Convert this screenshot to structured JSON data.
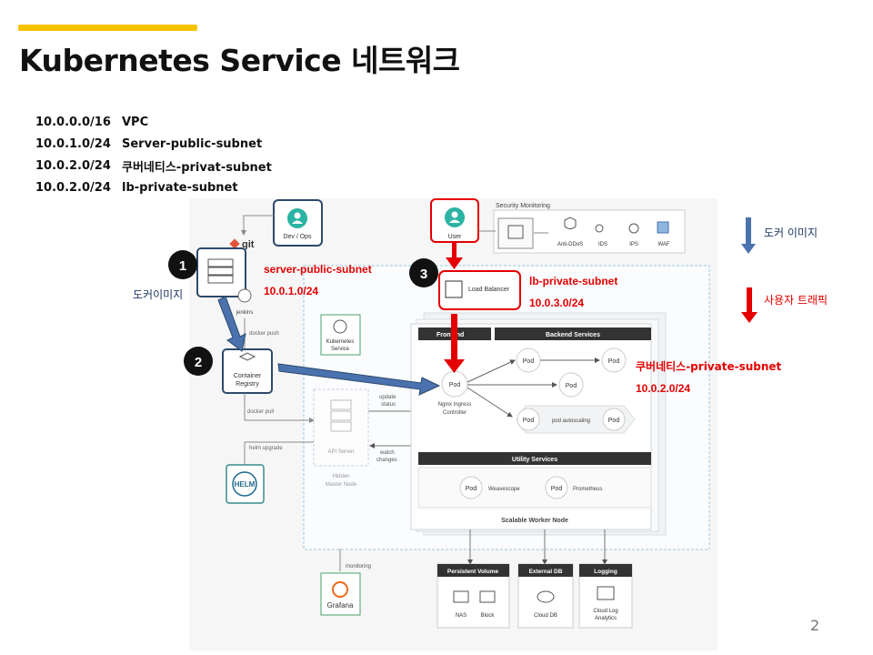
{
  "title": "Kubernetes Service 네트워크",
  "page_number": "2",
  "network_list": [
    {
      "cidr": "10.0.0.0/16",
      "name": "VPC"
    },
    {
      "cidr": "10.0.1.0/24",
      "name": "Server-public-subnet"
    },
    {
      "cidr": "10.0.2.0/24",
      "name": "쿠버네티스-privat-subnet"
    },
    {
      "cidr": "10.0.2.0/24",
      "name": "lb-private-subnet"
    }
  ],
  "markers": {
    "m1": "1",
    "m2": "2",
    "m3": "3"
  },
  "annotations": {
    "docker_image_left": "도커이미지",
    "server_subnet_name": "server-public-subnet",
    "server_subnet_cidr": "10.0.1.0/24",
    "lb_subnet_name": "lb-private-subnet",
    "lb_subnet_cidr": "10.0.3.0/24",
    "k8s_subnet_name": "쿠버네티스-private-subnet",
    "k8s_subnet_cidr": "10.0.2.0/24"
  },
  "legend": {
    "docker_image": "도커 이미지",
    "user_traffic": "사용자 트래픽"
  },
  "colors": {
    "accent": "#f7c300",
    "blue_arrow": "#4a72ae",
    "red": "#e40000",
    "node_border": "#2d4a6b"
  },
  "diagram": {
    "dev_ops": "Dev / Ops",
    "git": "git",
    "jenkins": "jenkins",
    "docker_push": "docker push",
    "container_registry_1": "Container",
    "container_registry_2": "Registry",
    "docker_pull": "docker pull",
    "helm_upgrade": "helm upgrade",
    "helm": "HELM",
    "k8s_service_1": "Kubernetes",
    "k8s_service_2": "Service",
    "api_server": "API Server",
    "hidden_master_1": "Hidden",
    "hidden_master_2": "Master Node",
    "update_status_1": "update",
    "update_status_2": "status",
    "watch_changes_1": "watch",
    "watch_changes_2": "changes",
    "user": "User",
    "security_monitoring": "Security Monitoring",
    "anti_ddos": "Anti-DDoS",
    "ids": "IDS",
    "ips": "IPS",
    "waf": "WAF",
    "load_balancer": "Load Balancer",
    "frontend": "Frontend",
    "backend_services": "Backend Services",
    "pod": "Pod",
    "nginx_1": "Nginx Ingress",
    "nginx_2": "Controller",
    "pod_autoscaling": "pod autoscaling",
    "utility_services": "Utility Services",
    "weavescope": "Weavescope",
    "prometheus": "Prometheus",
    "scalable_worker": "Scalable Worker Node",
    "monitoring": "monitoring",
    "grafana": "Grafana",
    "persistent_volume": "Persistent Volume",
    "nas": "NAS",
    "block": "Block",
    "external_db": "External DB",
    "cloud_db": "Cloud DB",
    "logging": "Logging",
    "cloud_log_1": "Cloud Log",
    "cloud_log_2": "Analytics"
  }
}
